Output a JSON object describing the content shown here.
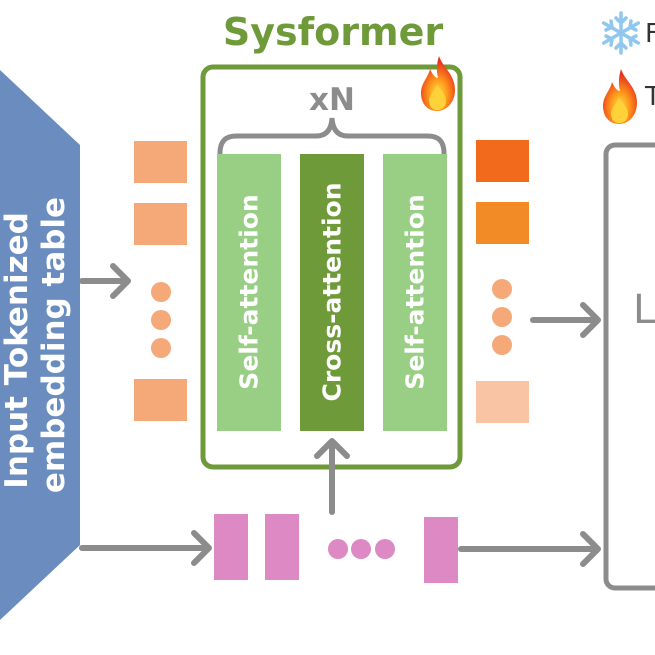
{
  "title": "Sysformer",
  "repeat_label": "xN",
  "embedding_table_label_line1": "Input Tokenized",
  "embedding_table_label_line2": "embedding table",
  "blocks": [
    {
      "label": "Self-attention",
      "color": "#99cf85"
    },
    {
      "label": "Cross-attention",
      "color": "#6e9a39"
    },
    {
      "label": "Self-attention",
      "color": "#99cf85"
    }
  ],
  "legend": [
    {
      "icon": "snowflake-icon",
      "text": "F"
    },
    {
      "icon": "fire-icon",
      "text": "T"
    }
  ],
  "right_box_letter": "L",
  "colors": {
    "sysformer_green": "#6e9a39",
    "embedding_blue": "#6b8cbf",
    "input_token": "#f5a878",
    "output_token_1": "#f26b1d",
    "output_token_2": "#f28a25",
    "output_token_last": "#f9c4a3",
    "system_token": "#dd89c3",
    "arrow_gray": "#8c8c8c"
  }
}
